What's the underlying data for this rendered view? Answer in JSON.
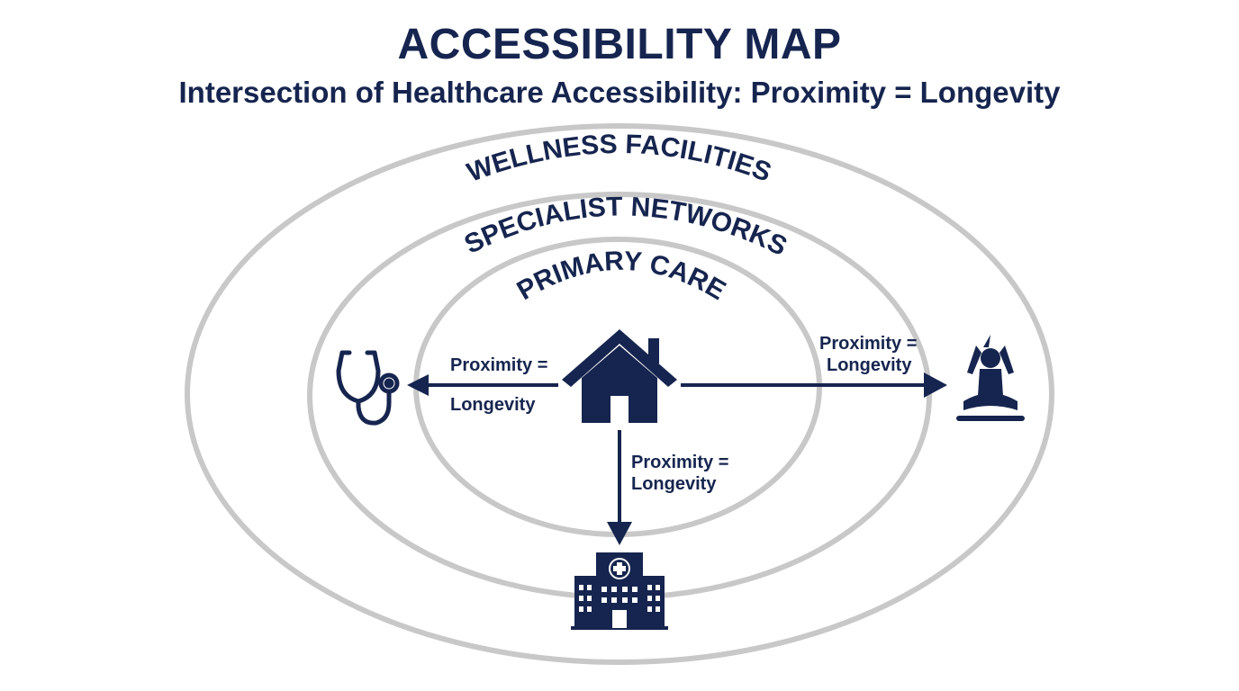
{
  "title": "ACCESSIBILITY MAP",
  "subtitle": "Intersection of Healthcare Accessibility: Proximity = Longevity",
  "rings": [
    {
      "label": "WELLNESS FACILITIES"
    },
    {
      "label": "SPECIALIST NETWORKS"
    },
    {
      "label": "PRIMARY CARE"
    }
  ],
  "nodes": {
    "center": {
      "icon": "house-icon"
    },
    "left": {
      "icon": "stethoscope-icon"
    },
    "right": {
      "icon": "meditation-icon"
    },
    "bottom": {
      "icon": "hospital-icon"
    }
  },
  "edges": {
    "left": {
      "line1": "Proximity =",
      "line2": "Longevity"
    },
    "right": {
      "line1": "Proximity =",
      "line2": "Longevity"
    },
    "bottom": {
      "line1": "Proximity =",
      "line2": "Longevity"
    }
  },
  "colors": {
    "ink": "#16254f",
    "ring": "#c8c8c8",
    "background": "#ffffff"
  }
}
